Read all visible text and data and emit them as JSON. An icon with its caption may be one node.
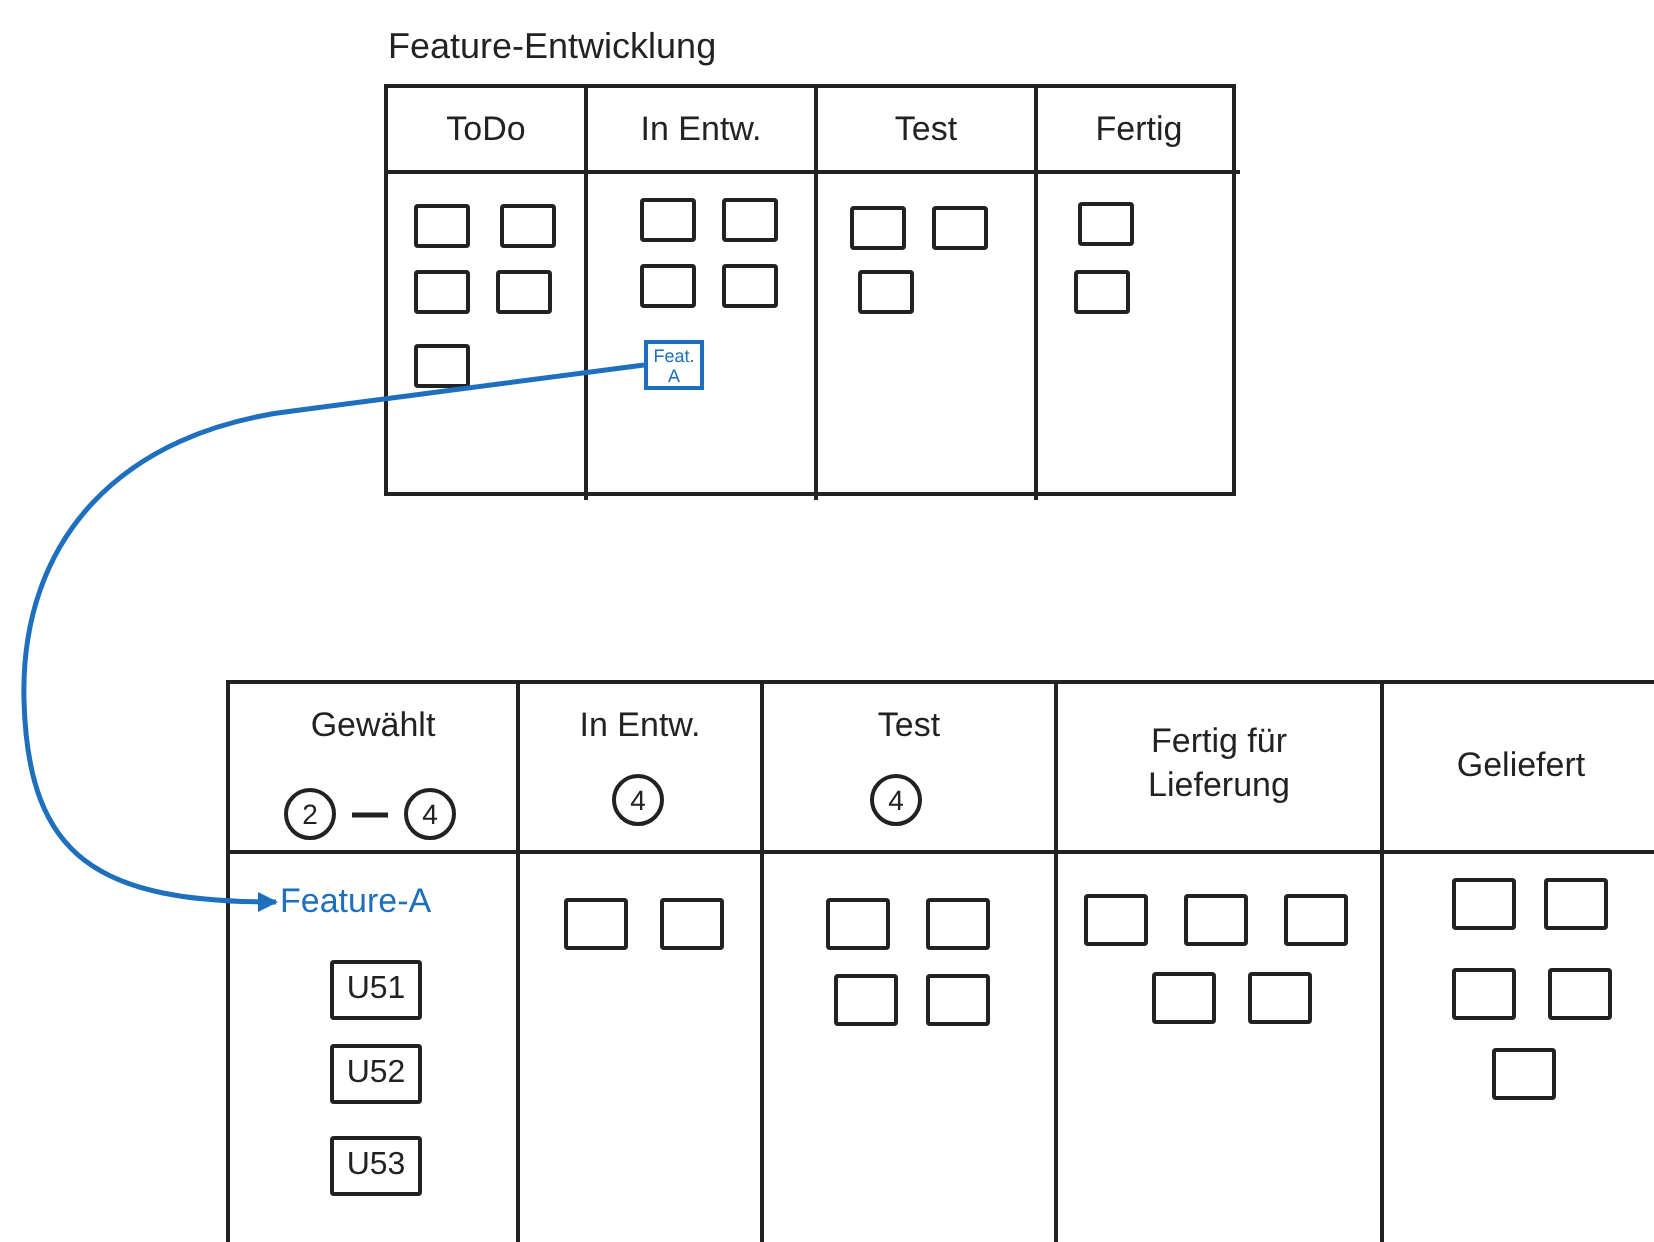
{
  "diagram": {
    "nodes": [
      {
        "text": [
          "Feature-Entwicklung"
        ]
      },
      {
        "text": [
          "ToDo"
        ],
        "in": 0
      },
      {
        "text": [
          "In Entw."
        ],
        "in": 0
      },
      {
        "text": [
          "Test"
        ],
        "in": 0
      },
      {
        "text": [
          "Fertig"
        ],
        "in": 0
      },
      {
        "text": [],
        "shape": "box",
        "in": 1
      },
      {
        "text": [],
        "shape": "box",
        "in": 1
      },
      {
        "text": [],
        "shape": "box",
        "in": 1
      },
      {
        "text": [],
        "shape": "box",
        "in": 1
      },
      {
        "text": [],
        "shape": "box",
        "in": 1
      },
      {
        "text": [],
        "shape": "box",
        "in": 2
      },
      {
        "text": [],
        "shape": "box",
        "in": 2
      },
      {
        "text": [],
        "shape": "box",
        "in": 2
      },
      {
        "text": [],
        "shape": "box",
        "in": 2
      },
      {
        "text": [
          "Feat. A"
        ],
        "in": 2
      },
      {
        "text": [],
        "shape": "box",
        "in": 3
      },
      {
        "text": [],
        "shape": "box",
        "in": 3
      },
      {
        "text": [],
        "shape": "box",
        "in": 3
      },
      {
        "text": [],
        "shape": "box",
        "in": 4
      },
      {
        "text": [],
        "shape": "box",
        "in": 4
      },
      {
        "text": [],
        "shape": "box"
      },
      {
        "text": [
          "Gewählt"
        ],
        "in": 20
      },
      {
        "text": [
          "In Entw."
        ],
        "in": 20
      },
      {
        "text": [
          "Test"
        ],
        "in": 20
      },
      {
        "text": [
          "Fertig für Lieferung"
        ],
        "in": 20
      },
      {
        "text": [
          "Geliefert"
        ],
        "in": 20
      },
      {
        "text": [
          "2"
        ],
        "in": 21
      },
      {
        "text": [
          "4"
        ],
        "in": 21
      },
      {
        "text": [
          "4"
        ],
        "in": 22
      },
      {
        "text": [
          "4"
        ],
        "in": 23
      },
      {
        "text": [
          "Feature-A"
        ],
        "in": 21
      },
      {
        "text": [
          "U51"
        ],
        "in": 21
      },
      {
        "text": [
          "U52"
        ],
        "in": 21
      },
      {
        "text": [
          "U53"
        ],
        "in": 21
      },
      {
        "text": [],
        "shape": "box",
        "in": 22
      },
      {
        "text": [],
        "shape": "box",
        "in": 22
      },
      {
        "text": [],
        "shape": "box",
        "in": 23
      },
      {
        "text": [],
        "shape": "box",
        "in": 23
      },
      {
        "text": [],
        "shape": "box",
        "in": 23
      },
      {
        "text": [],
        "shape": "box",
        "in": 23
      },
      {
        "text": [],
        "shape": "box",
        "in": 24
      },
      {
        "text": [],
        "shape": "box",
        "in": 24
      },
      {
        "text": [],
        "shape": "box",
        "in": 24
      },
      {
        "text": [],
        "shape": "box",
        "in": 24
      },
      {
        "text": [],
        "shape": "box",
        "in": 24
      },
      {
        "text": [],
        "shape": "box",
        "in": 25
      },
      {
        "text": [],
        "shape": "box",
        "in": 25
      },
      {
        "text": [],
        "shape": "box",
        "in": 25
      },
      {
        "text": [],
        "shape": "box",
        "in": 25
      },
      {
        "text": [],
        "shape": "box",
        "in": 25
      }
    ],
    "edges": [
      {
        "from": 14,
        "to": 30,
        "arrow": "to"
      }
    ]
  }
}
